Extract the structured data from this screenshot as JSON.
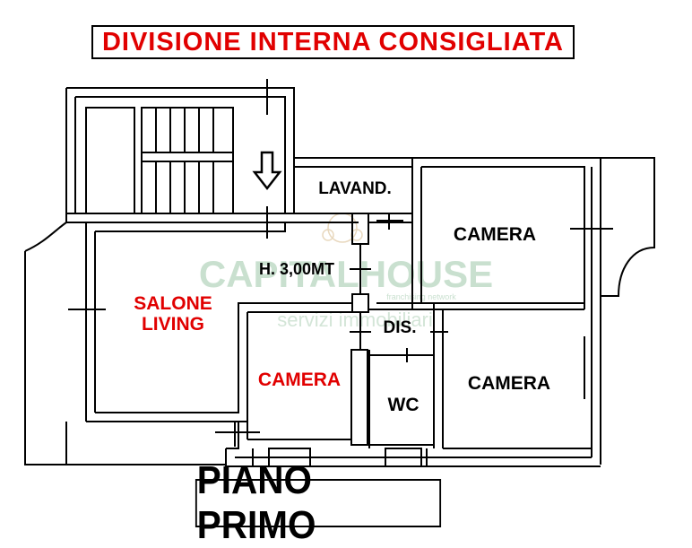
{
  "title": "DIVISIONE INTERNA CONSIGLIATA",
  "footer": "PIANO PRIMO",
  "rooms": {
    "lavanderia": "LAVAND.",
    "camera_top_right": "CAMERA",
    "height_note": "H. 3,00MT",
    "salone_line1": "SALONE",
    "salone_line2": "LIVING",
    "disimpegno": "DIS.",
    "camera_center": "CAMERA",
    "wc": "WC",
    "camera_bottom_right": "CAMERA"
  },
  "watermark": {
    "brand": "CAPITALHOUSE",
    "tagline": "franchising network",
    "subtitle": "servizi immobiliari"
  },
  "colors": {
    "title_text": "#e10000",
    "living_label": "#e10000",
    "camera_center_label": "#e10000",
    "walls": "#000000",
    "watermark": "#8fbf9a"
  },
  "icons": [
    "entrance-arrow-icon",
    "stairs-icon"
  ]
}
